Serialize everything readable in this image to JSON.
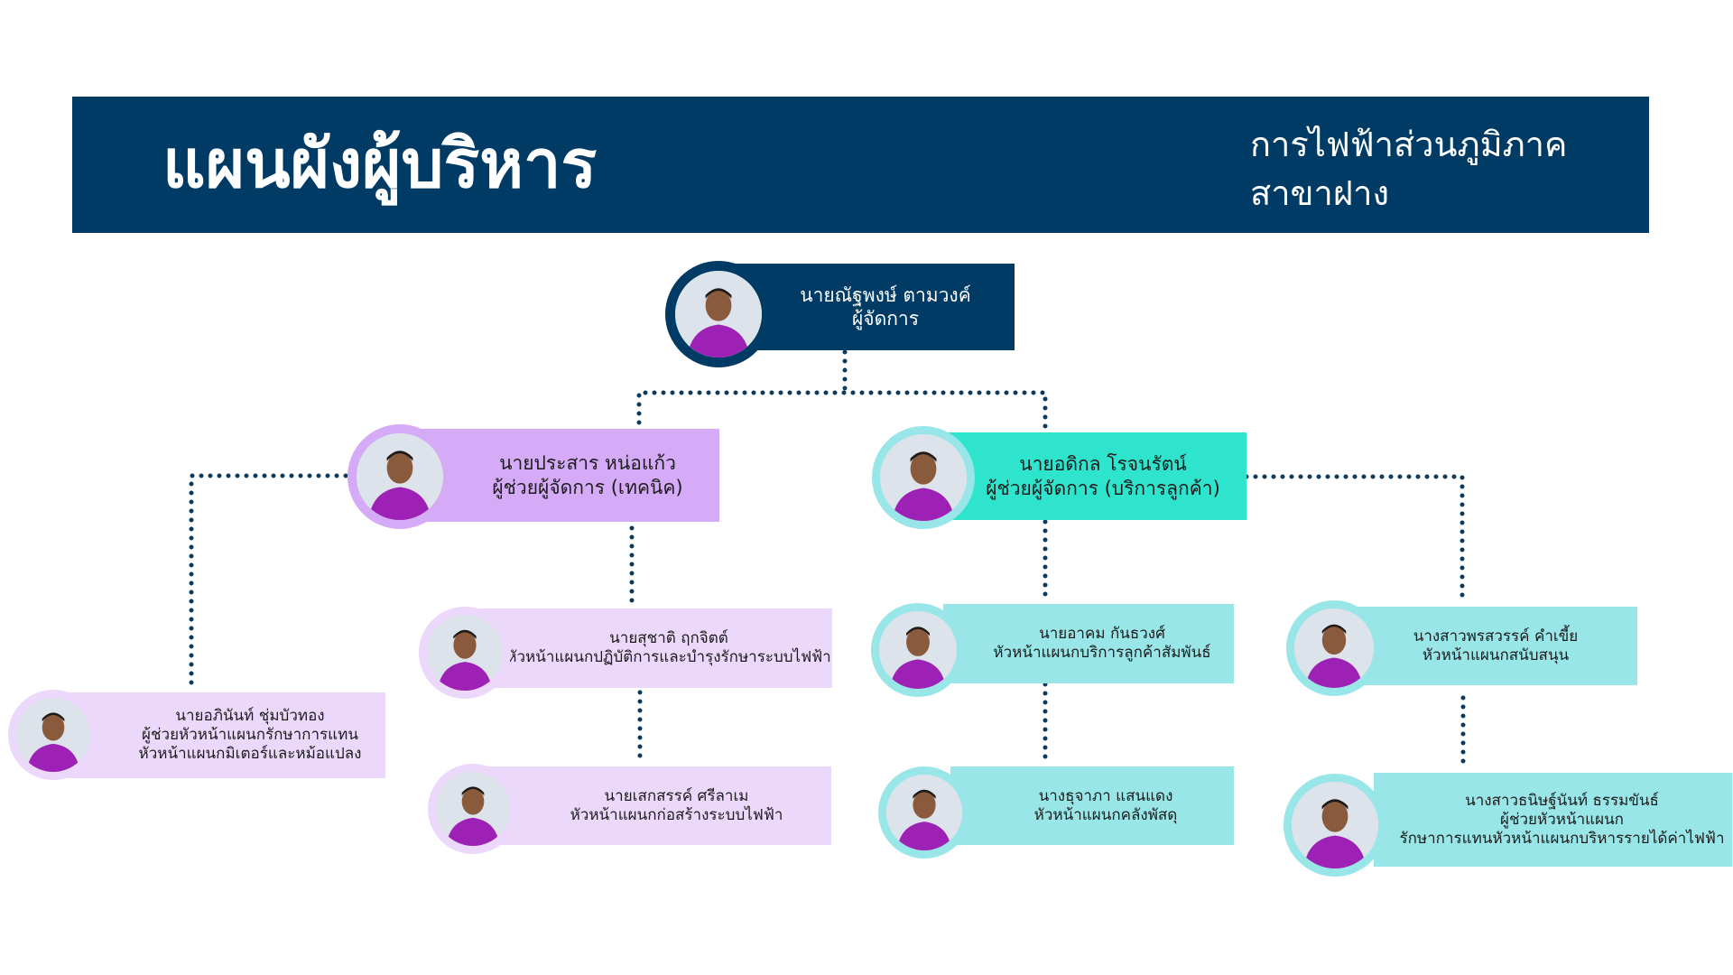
{
  "header": {
    "title": "แผนผังผู้บริหาร",
    "subtitle_line1": "การไฟฟ้าส่วนภูมิภาค",
    "subtitle_line2": "สาขาฝาง"
  },
  "colors": {
    "banner": "#003b66",
    "manager_box": "#003b66",
    "tech_box": "#d5aaf7",
    "tech_light": "#ecd8fb",
    "service_box": "#2ee4cc",
    "service_light": "#98e6e8",
    "connector": "#0d3a5c",
    "shirt": "#9e21b5"
  },
  "people": {
    "manager": {
      "name": "นายณัฐพงษ์ ตามวงค์",
      "role": "ผู้จัดการ"
    },
    "asst_tech": {
      "name": "นายประสาร หน่อแก้ว",
      "role": "ผู้ช่วยผู้จัดการ (เทคนิค)"
    },
    "asst_service": {
      "name": "นายอดิกล โรจนรัตน์",
      "role": "ผู้ช่วยผู้จัดการ (บริการลูกค้า)"
    },
    "meter": {
      "name": "นายอภินันท์ ชุ่มบัวทอง",
      "role1": "ผู้ช่วยหัวหน้าแผนกรักษาการแทน",
      "role2": "หัวหน้าแผนกมิเตอร์และหม้อแปลง"
    },
    "ops": {
      "name": "นายสุชาติ ฤกจิตต์",
      "role": "หัวหน้าแผนกปฏิบัติการและบำรุงรักษาระบบไฟฟ้า"
    },
    "construction": {
      "name": "นายเสกสรรค์ ศรีลาเม",
      "role": "หัวหน้าแผนกก่อสร้างระบบไฟฟ้า"
    },
    "customer_rel": {
      "name": "นายอาคม กันธวงศ์",
      "role": "หัวหน้าแผนกบริการลูกค้าสัมพันธ์"
    },
    "support": {
      "name": "นางสาวพรสวรรค์ คำเขี้ย",
      "role": "หัวหน้าแผนกสนับสนุน"
    },
    "stores": {
      "name": "นางธุจาภา แสนแดง",
      "role": "หัวหน้าแผนกคลังพัสดุ"
    },
    "revenue": {
      "name": "นางสาวธนิษฐ์นันท์ ธรรมขันธ์",
      "role1": "ผู้ช่วยหัวหน้าแผนก",
      "role2": "รักษาการแทนหัวหน้าแผนกบริหารรายได้ค่าไฟฟ้า"
    }
  }
}
